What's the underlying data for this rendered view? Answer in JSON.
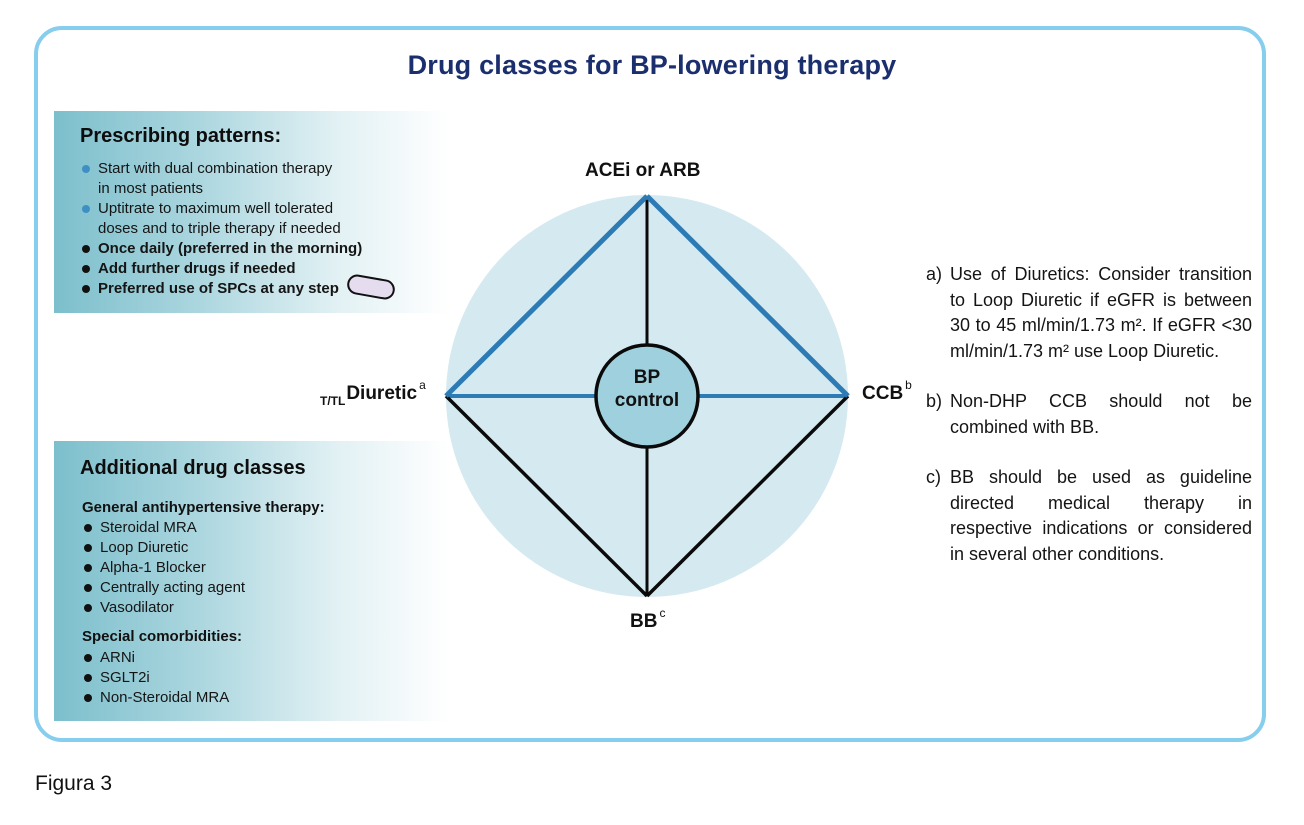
{
  "title": "Drug classes for BP-lowering therapy",
  "prescribing": {
    "heading": "Prescribing patterns:",
    "items": [
      {
        "text": "Start with dual combination therapy",
        "text2": "in most patients",
        "style": "blue"
      },
      {
        "text": "Uptitrate to maximum well tolerated",
        "text2": "doses and to triple therapy if needed",
        "style": "blue"
      },
      {
        "text": "Once daily (preferred in the morning)",
        "style": "bold"
      },
      {
        "text": "Add further drugs if needed",
        "style": "bold"
      },
      {
        "text": "Preferred use of SPCs at any step",
        "style": "bold"
      }
    ],
    "pill_icon": "pill-icon"
  },
  "additional": {
    "heading": "Additional drug classes",
    "general_heading": "General antihypertensive therapy:",
    "general_items": [
      "Steroidal MRA",
      "Loop Diuretic",
      "Alpha-1 Blocker",
      "Centrally acting agent",
      "Vasodilator"
    ],
    "special_heading": "Special comorbidities:",
    "special_items": [
      "ARNi",
      "SGLT2i",
      "Non-Steroidal MRA"
    ]
  },
  "diagram": {
    "top": "ACEi or ARB",
    "left_prefix": "T/TL",
    "left": "Diuretic",
    "left_sup": "a",
    "right": "CCB",
    "right_sup": "b",
    "bottom": "BB",
    "bottom_sup": "c",
    "center_line1": "BP",
    "center_line2": "control",
    "colors": {
      "circle_fill": "#d5e9f0",
      "blue_line": "#2c7bb4",
      "black_line": "#0a0a0a",
      "center_fill": "#9fd0dd",
      "panel_teal": "#7cbfcc",
      "frame": "#86cdee",
      "title": "#1b2f6e"
    }
  },
  "notes": [
    {
      "label": "a)",
      "text": "Use of Diuretics: Consider transition to Loop Diuretic if eGFR is between 30 to 45 ml/min/1.73 m². If eGFR <30 ml/min/1.73 m² use Loop Diuretic."
    },
    {
      "label": "b)",
      "text": "Non-DHP CCB should not be combined with BB."
    },
    {
      "label": "c)",
      "text": "BB should be used as guideline directed medical therapy in respective indications or considered in several other conditions."
    }
  ],
  "caption": "Figura 3"
}
